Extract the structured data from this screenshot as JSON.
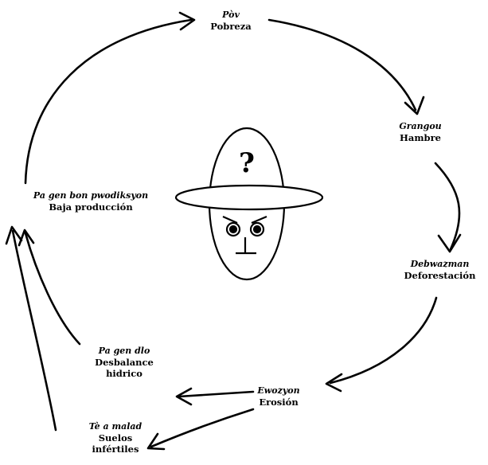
{
  "nodes": {
    "pobreza": {
      "creole": "Pòv",
      "spanish": "Pobreza"
    },
    "hambre": {
      "creole": "Grangou",
      "spanish": "Hambre"
    },
    "deforest": {
      "creole": "Debwazman",
      "spanish": "Deforestación"
    },
    "erosion": {
      "creole": "Ewozyon",
      "spanish": "Erosión"
    },
    "desbalance": {
      "creole": "Pa gen dlo",
      "spanish": "Desbalance hidrico"
    },
    "suelos": {
      "creole": "Tè a malad",
      "spanish": "Suelos infértiles"
    },
    "baja": {
      "creole": "Pa gen bon pwodiksyon",
      "spanish": "Baja producción"
    }
  },
  "center_figure": {
    "symbol": "?",
    "icon": "puzzled-farmer-face-with-hat"
  },
  "colors": {
    "stroke": "#000000",
    "background": "#ffffff"
  }
}
